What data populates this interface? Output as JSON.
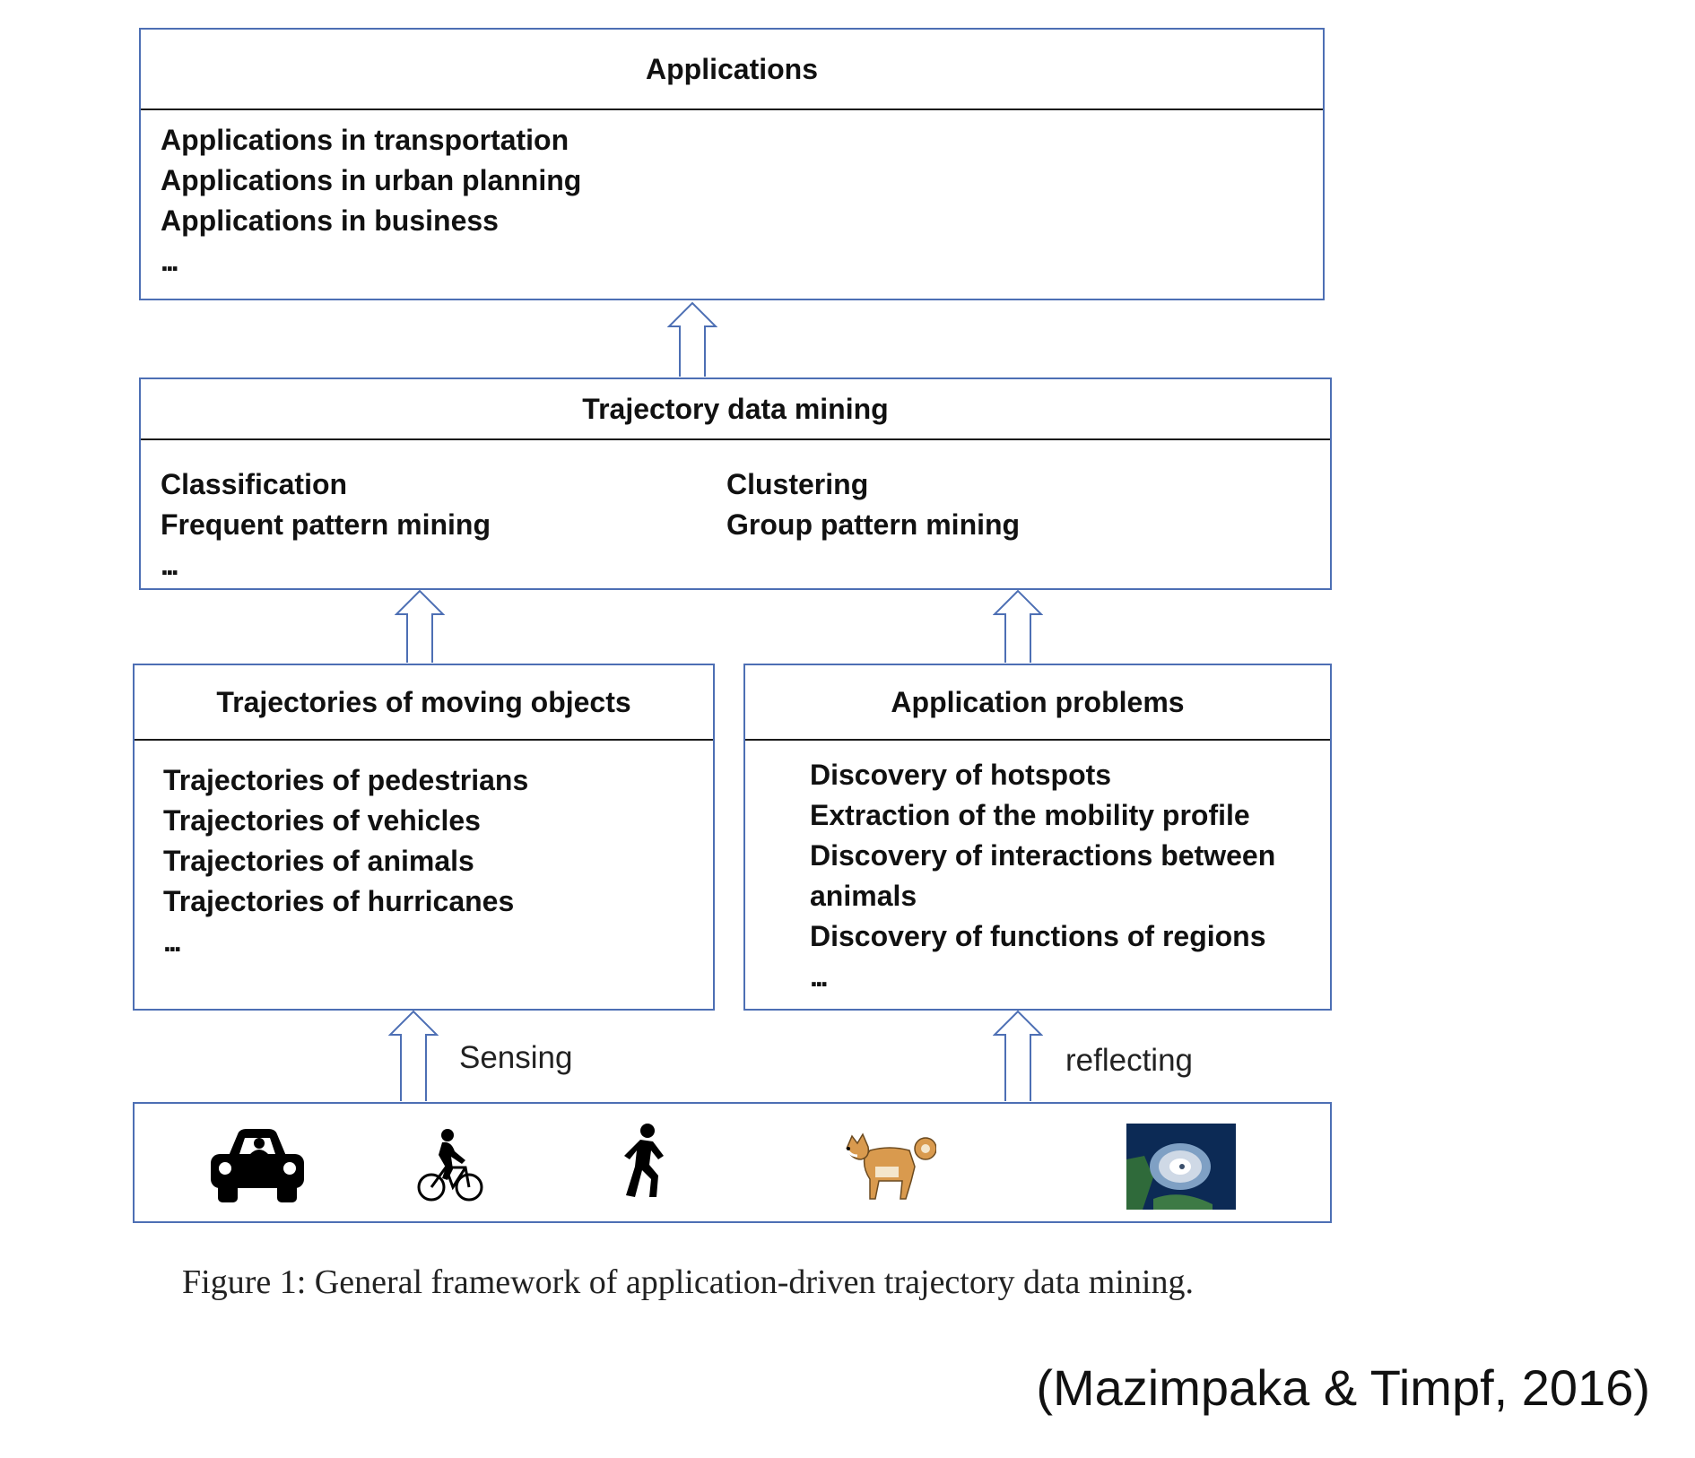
{
  "applications": {
    "title": "Applications",
    "items": [
      "Applications in transportation",
      "Applications in urban planning",
      "Applications in business"
    ],
    "ellipsis": "..."
  },
  "mining": {
    "title": "Trajectory data mining",
    "left_items": [
      "Classification",
      "Frequent pattern mining"
    ],
    "right_items": [
      "Clustering",
      "Group pattern mining"
    ],
    "ellipsis": "..."
  },
  "trajectories": {
    "title": "Trajectories of moving objects",
    "items": [
      "Trajectories of pedestrians",
      "Trajectories of vehicles",
      "Trajectories of animals",
      "Trajectories of hurricanes"
    ],
    "ellipsis": "..."
  },
  "problems": {
    "title": "Application problems",
    "items": [
      "Discovery of hotspots",
      "Extraction of the mobility profile",
      "Discovery of interactions between",
      "animals",
      "Discovery of functions of regions"
    ],
    "ellipsis": "..."
  },
  "edges": {
    "sensing": "Sensing",
    "reflecting": "reflecting"
  },
  "icons": [
    "car-icon",
    "cyclist-icon",
    "pedestrian-icon",
    "dog-icon",
    "hurricane-icon"
  ],
  "caption": "Figure 1: General framework of application-driven trajectory data mining.",
  "citation": "(Mazimpaka & Timpf, 2016)",
  "colors": {
    "box_border": "#4d6fb4",
    "header_rule": "#1a1a1a"
  }
}
